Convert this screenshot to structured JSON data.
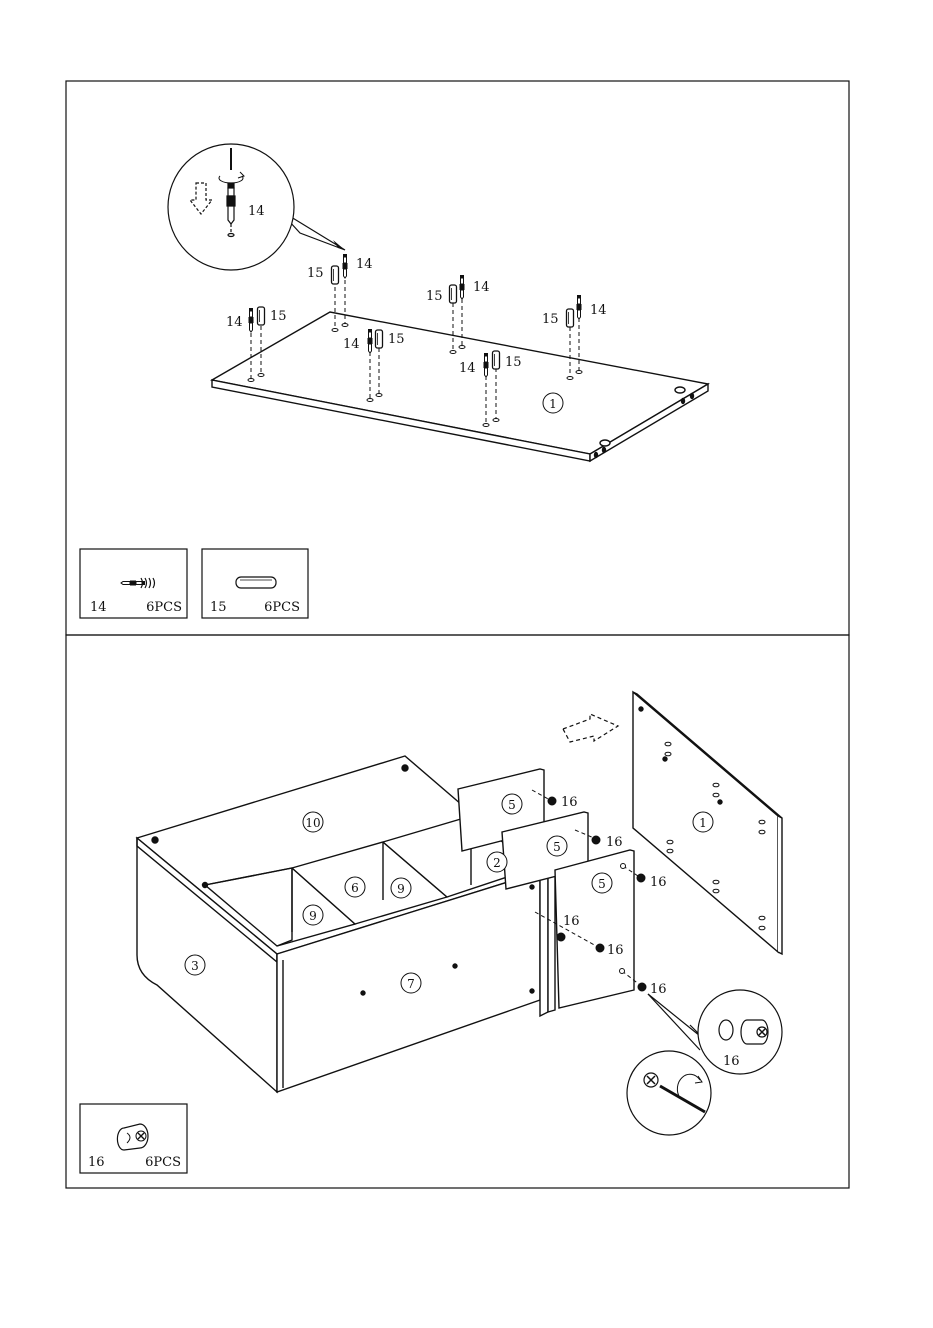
{
  "step1": {
    "labels": {
      "detail_screw": "14",
      "a_screw": "14",
      "a_dowel": "15",
      "b_screw": "14",
      "b_dowel": "15",
      "c_screw": "14",
      "c_dowel": "15",
      "d_screw": "14",
      "d_dowel": "15",
      "e_screw": "14",
      "e_dowel": "15",
      "f_screw": "14",
      "f_dowel": "15"
    },
    "panel_number": "1",
    "parts": [
      {
        "id": "14",
        "qty": "6PCS"
      },
      {
        "id": "15",
        "qty": "6PCS"
      }
    ]
  },
  "step2": {
    "panels": {
      "top": "10",
      "side": "3",
      "back": "7",
      "shelf_a": "9",
      "shelf_b": "9",
      "divider": "6",
      "partition": "2",
      "drawer_a": "5",
      "drawer_b": "5",
      "drawer_c": "5",
      "main_panel": "1"
    },
    "cam_labels": [
      "16",
      "16",
      "16",
      "16",
      "16",
      "16"
    ],
    "detail_label": "16",
    "parts": [
      {
        "id": "16",
        "qty": "6PCS"
      }
    ]
  }
}
